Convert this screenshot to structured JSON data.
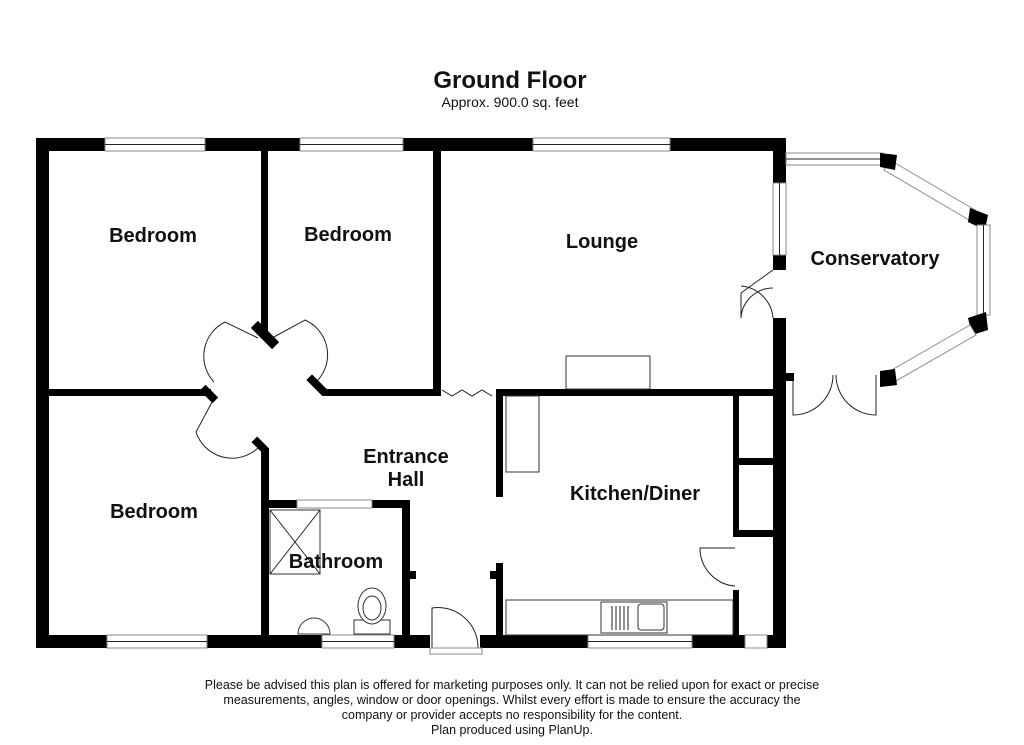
{
  "header": {
    "title": "Ground Floor",
    "subtitle": "Approx. 900.0 sq. feet"
  },
  "rooms": {
    "bedroom_1": "Bedroom",
    "bedroom_2": "Bedroom",
    "bedroom_3": "Bedroom",
    "lounge": "Lounge",
    "conservatory": "Conservatory",
    "entrance_hall_line1": "Entrance",
    "entrance_hall_line2": "Hall",
    "kitchen_diner": "Kitchen/Diner",
    "bathroom": "Bathroom"
  },
  "disclaimer": {
    "line1": "Please be advised this plan is offered for marketing purposes only. It can not be relied upon for exact or precise",
    "line2": "measurements, angles, window or door openings. Whilst every effort is made to ensure the accuracy the",
    "line3": "company or provider accepts no responsibility for the content.",
    "line4": "Plan produced using PlanUp."
  },
  "colors": {
    "wall": "#000000",
    "window_frame": "#8a8a8a",
    "background": "#ffffff"
  }
}
